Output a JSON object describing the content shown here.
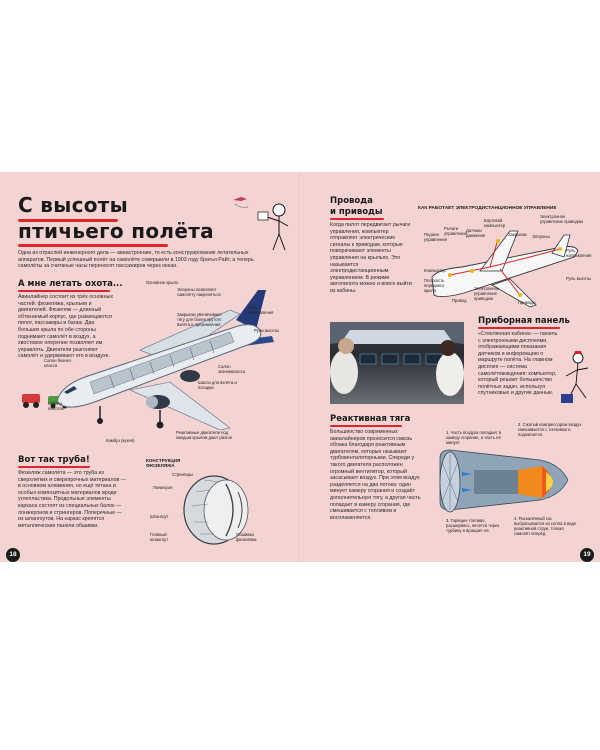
{
  "left": {
    "title_line1": "С высоты",
    "title_line2": "птичьего полёта",
    "intro": "Одна из отраслей инженерного дела — авиастроение, то есть конструирование летательных аппаратов. Первый успешный полёт на самолёте совершили в 1903 году братья Райт, а теперь самолёты за считаные часы переносят пассажиров через океан.",
    "section1_heading": "А мне летать охота...",
    "section1_text": "Авиалайнер состоит из трёх основных частей: фюзеляжа, крыльев и двигателей. Фюзеляж — длинный обтекаемый корпус, где размещаются пилот, пассажиры и багаж. Два больших крыла по обе стороны поднимают самолёт в воздух, а хвостовое оперение позволяет им управлять. Двигатели разгоняют самолёт и удерживают его в воздухе.",
    "section2_heading": "Вот так труба!",
    "section2_text": "Фюзеляж самолёта — это труба из сверхлегких и сверхпрочных материалов — в основном алюминия, но ещё титана и особых композитных материалов вроде углепластика. Продольные элементы каркаса состоят из специальных балок — лонжеронов и стрингеров. Поперечные — из шпангоутов. На каркас крепятся металлические панели обшивки.",
    "plane_labels": {
      "wing": "Основное крыло",
      "ailerons": "Элероны позволяют самолёту накреняться",
      "flaps": "Закрылки увеличивают тягу для более крутого взлёта и приземления",
      "rudder": "Руль направления",
      "elevator": "Рули высоты",
      "business": "Салон бизнес-класса",
      "cockpit": "Кабина пилотов",
      "economy": "Салон экономкласса",
      "chassis": "Шасси для взлёта и посадки",
      "galley": "Камбуз (кухня)",
      "engines": "Реактивные двигатели под каждым крылом дают разгон"
    },
    "fuselage_heading": "КОНСТРУКЦИЯ ФЮЗЕЛЯЖА",
    "fuselage_labels": {
      "stringers": "Стрингеры",
      "spar": "Лонжерон",
      "frame": "Шпангоут",
      "main_frame": "Главный шпангоут",
      "skin": "Обшивка фюзеляжа"
    },
    "page_number": "18"
  },
  "right": {
    "wires_heading_line1": "Провода",
    "wires_heading_line2": "и приводы",
    "wires_text": "Когда пилот передвигает рычаги управления, компьютер отправляет электрические сигналы к приводам, которые поворачивают элементы управления на крыльях. Это называется электродистанционным управлением. В режиме автопилота можно и вовсе выйти из кабины.",
    "fbw_title": "КАК РАБОТАЕТ ЭЛЕКТРОДИСТАНЦИОННОЕ УПРАВЛЕНИЕ",
    "fbw_labels": {
      "pedals": "Педали управления",
      "levers": "Рычаги управления",
      "sensors": "Датчики движения",
      "onboard_computer": "Бортовой компьютер",
      "wing_flaps": "Закрылки",
      "ailerons": "Элероны",
      "elevator_ctrl": "Электронное управление приводом",
      "rudder": "Руль направления",
      "elevator": "Руль высоты",
      "computer": "Компьютер",
      "front_wing": "Плоскость переднего крыла",
      "drive": "Привод",
      "elec_ctrl2": "Электронное управление приводом",
      "actuators": "Приводы"
    },
    "panel_heading": "Приборная панель",
    "panel_text": "«Стеклянная кабина» — панель с электронными дисплеями, отображающими показания датчиков и информацию о маршруте полёта. На главном дисплее — система самолётовождения: компьютер, который решает большинство полётных задач, используя спутниковые и другие данные.",
    "jet_heading": "Реактивная тяга",
    "jet_text": "Большинство современных авиалайнеров проносится сквозь облака благодаря реактивным двигателям, которые называют турбовентиляторными. Спереди у такого двигателя расположен огромный вентилятор, который засасывает воздух. При этом воздух разделяется на два потока: один минует камеру сгорания и создаёт дополнительную тягу, а другая часть попадает в камеру сгорания, где смешивается с топливом и воспламеняется.",
    "jet_labels": {
      "step1": "1. Часть воздуха попадает в камеру сгорания, а часть её минует.",
      "step2": "2. Сжатый компрессором воздух смешивается с топливом и поджигается.",
      "step3": "3. Горящее топливо, расширяясь, несётся через турбину и вращает её.",
      "step4": "4. Раскалённый газ выбрасывается из сопла в виде реактивной струи, толкая самолёт вперёд."
    },
    "page_number": "19"
  },
  "colors": {
    "background": "#f4d4d2",
    "accent_red": "#e0262d",
    "dark": "#1a1a1a"
  }
}
